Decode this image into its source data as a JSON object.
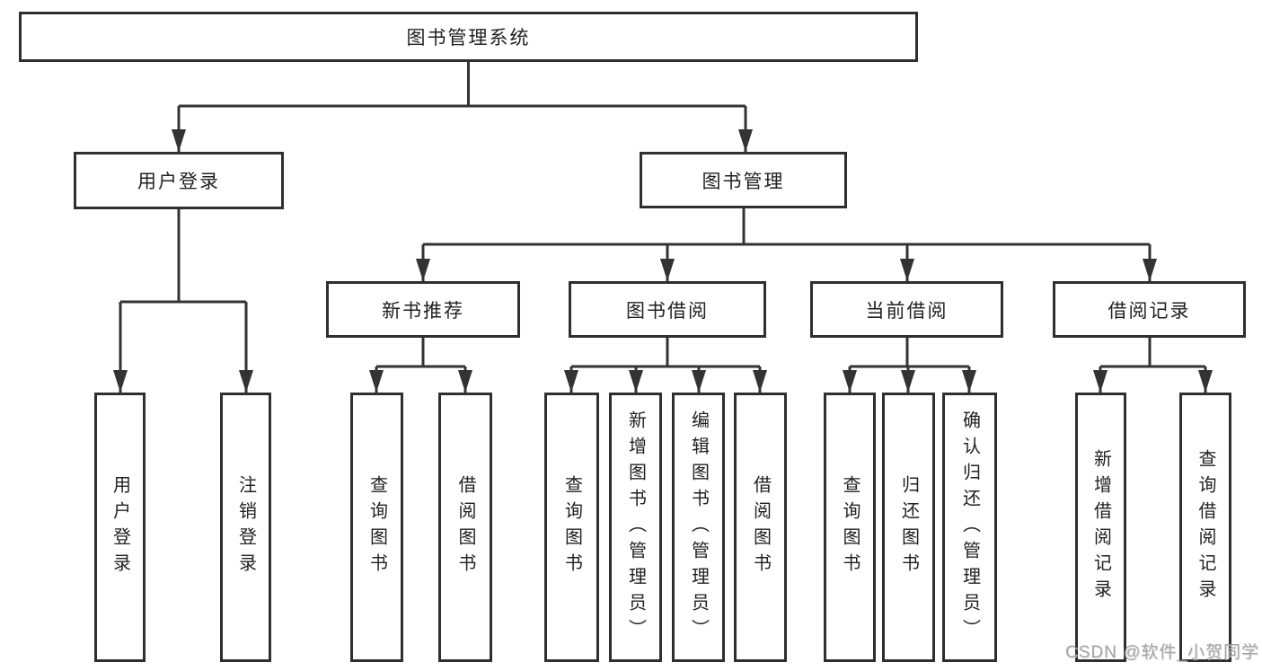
{
  "tree": {
    "label": "图书管理系统",
    "children": [
      {
        "label": "用户登录",
        "children": [
          {
            "label": "用户登录"
          },
          {
            "label": "注销登录"
          }
        ]
      },
      {
        "label": "图书管理",
        "children": [
          {
            "label": "新书推荐",
            "children": [
              {
                "label": "查询图书"
              },
              {
                "label": "借阅图书"
              }
            ]
          },
          {
            "label": "图书借阅",
            "children": [
              {
                "label": "查询图书"
              },
              {
                "label": "新增图书（管理员）"
              },
              {
                "label": "编辑图书（管理员）"
              },
              {
                "label": "借阅图书"
              }
            ]
          },
          {
            "label": "当前借阅",
            "children": [
              {
                "label": "查询图书"
              },
              {
                "label": "归还图书"
              },
              {
                "label": "确认归还（管理员）"
              }
            ]
          },
          {
            "label": "借阅记录",
            "children": [
              {
                "label": "新增借阅记录"
              },
              {
                "label": "查询借阅记录"
              }
            ]
          }
        ]
      }
    ]
  },
  "colors": {
    "line": "#333333",
    "border": "#2f2f2f",
    "text": "#212121",
    "watermark": "#8f8f8f"
  },
  "watermark": {
    "text": "CSDN @软件_小贺同学"
  }
}
